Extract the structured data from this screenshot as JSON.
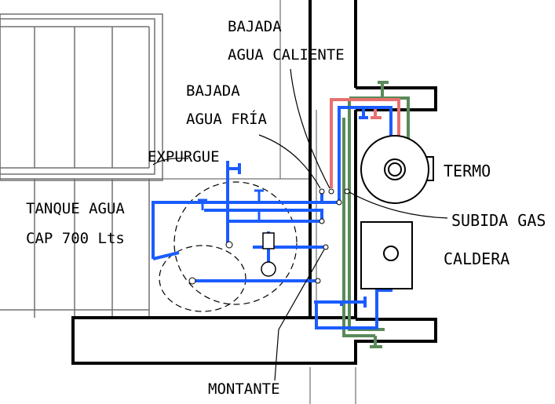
{
  "labels": {
    "bajada_caliente_1": "BAJADA",
    "bajada_caliente_2": "AGUA CALIENTE",
    "bajada_fria_1": "BAJADA",
    "bajada_fria_2": "AGUA FRÍA",
    "expurgue": "EXPURGUE",
    "tanque_1": "TANQUE AGUA",
    "tanque_2": "CAP 700 Lts",
    "termo": "TERMO",
    "subida_gas": "SUBIDA GAS",
    "caldera": "CALDERA",
    "montante": "MONTANTE"
  },
  "colors": {
    "cold_water": "#1a5cff",
    "hot_water": "#e87070",
    "gas": "#5a8a5a",
    "line": "#000000",
    "thin_line": "#707070"
  }
}
